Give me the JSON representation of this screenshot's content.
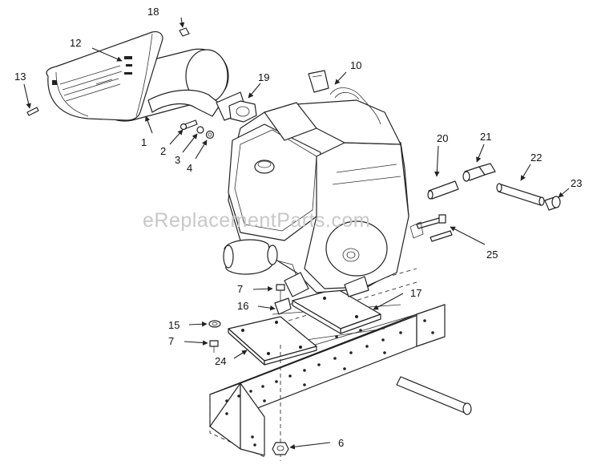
{
  "watermark": "eReplacementParts.com",
  "callouts": [
    "1",
    "2",
    "3",
    "4",
    "6",
    "7",
    "7",
    "10",
    "12",
    "13",
    "15",
    "16",
    "17",
    "18",
    "19",
    "20",
    "21",
    "22",
    "23",
    "24",
    "25"
  ],
  "colors": {
    "line": "#222222",
    "background": "#ffffff",
    "watermark": "#c8c8c8"
  }
}
